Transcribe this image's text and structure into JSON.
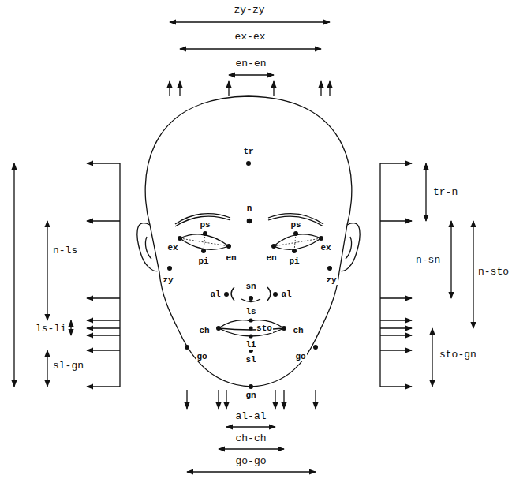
{
  "diagram": {
    "labels": [
      "zy-zy",
      "ex-ex",
      "en-en",
      "tr",
      "tr-n",
      "n",
      "n-ls",
      "ps",
      "ps",
      "n-sn",
      "n-sto",
      "ex",
      "pi",
      "en",
      "en",
      "pi",
      "ex",
      "zy",
      "zy",
      "sn",
      "al",
      "al",
      "ls",
      "ch",
      "sto",
      "ch",
      "ls-li",
      "li",
      "go",
      "go",
      "sl-gn",
      "sl",
      "sto-gn",
      "gn",
      "al-al",
      "ch-ch",
      "go-go"
    ]
  }
}
